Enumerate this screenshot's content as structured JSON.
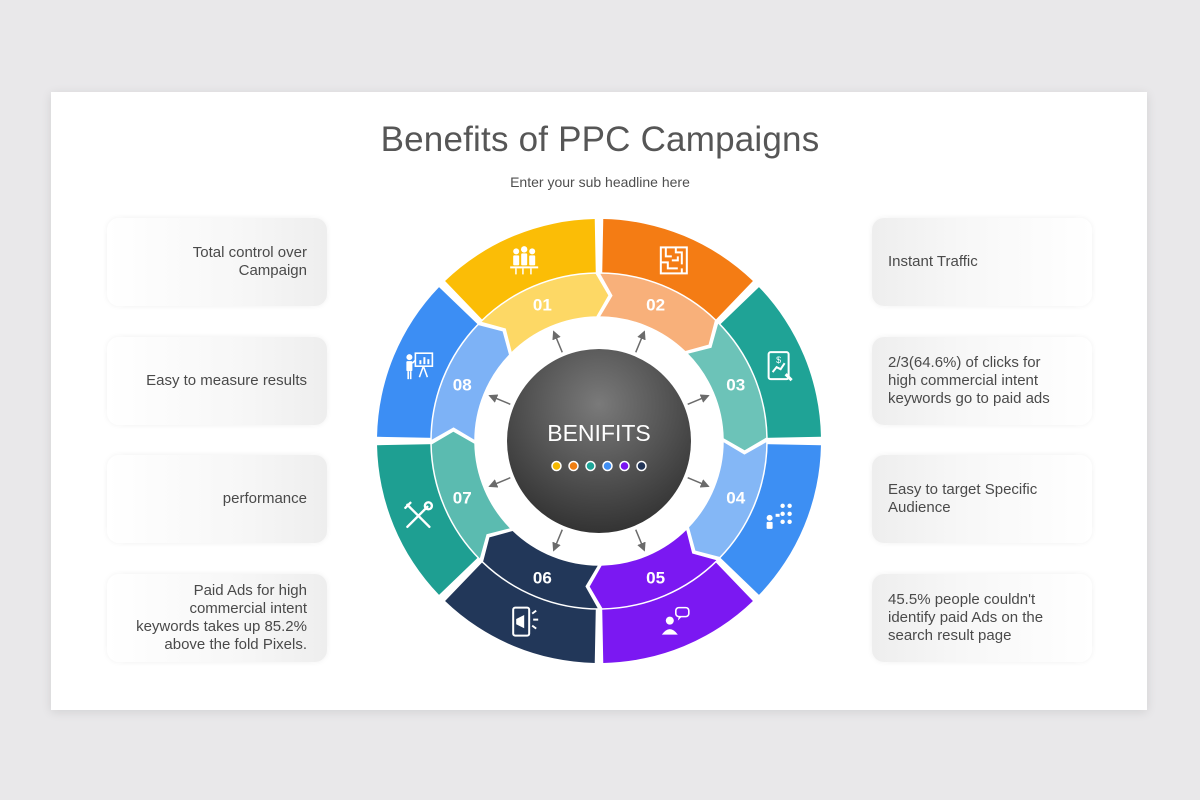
{
  "header": {
    "title": "Benefits of PPC Campaigns",
    "subtitle": "Enter your sub headline here"
  },
  "center": {
    "label": "BENIFITS",
    "dot_colors": [
      "#f5b800",
      "#f07e12",
      "#1da598",
      "#3f8ef2",
      "#7a14f0",
      "#223558"
    ]
  },
  "segments": [
    {
      "number": "01",
      "color": "#fbbd06",
      "inner_color": "#fdd865",
      "icon": "team-presentation-icon"
    },
    {
      "number": "02",
      "color": "#f47c14",
      "inner_color": "#f8b07a",
      "icon": "maze-icon"
    },
    {
      "number": "03",
      "color": "#1fa396",
      "inner_color": "#6cc3b8",
      "icon": "tablet-chart-icon"
    },
    {
      "number": "04",
      "color": "#3d8ff3",
      "inner_color": "#84b7f6",
      "icon": "audience-icon"
    },
    {
      "number": "05",
      "color": "#7b18f2",
      "inner_color": "#7b18f2",
      "icon": "person-chat-icon"
    },
    {
      "number": "06",
      "color": "#223759",
      "inner_color": "#223759",
      "icon": "phone-megaphone-icon"
    },
    {
      "number": "07",
      "color": "#1e9f92",
      "inner_color": "#5bbbb0",
      "icon": "tools-icon"
    },
    {
      "number": "08",
      "color": "#3c8ef4",
      "inner_color": "#7db2f6",
      "icon": "presenter-board-icon"
    }
  ],
  "left_cards": [
    {
      "text": "Total control over\nCampaign"
    },
    {
      "text": "Easy to measure results"
    },
    {
      "text": "performance"
    },
    {
      "text": "Paid Ads for high\ncommercial intent\nkeywords takes up 85.2%\nabove the fold Pixels."
    }
  ],
  "right_cards": [
    {
      "text": "Instant Traffic"
    },
    {
      "text": "2/3(64.6%) of clicks for\nhigh commercial intent\nkeywords go to paid ads"
    },
    {
      "text": "Easy to target Specific\nAudience"
    },
    {
      "text": "45.5% people couldn't\nidentify paid Ads on the\nsearch result page"
    }
  ]
}
